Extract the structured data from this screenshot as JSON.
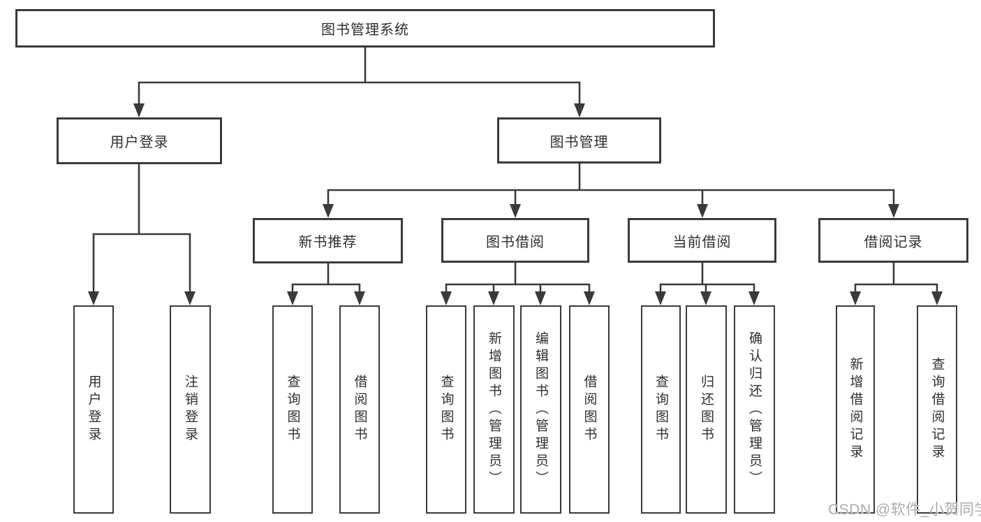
{
  "diagram": {
    "title": "图书管理系统",
    "root": {
      "label": "图书管理系统"
    },
    "level2": [
      {
        "id": "user-login",
        "label": "用户登录"
      },
      {
        "id": "book-mgmt",
        "label": "图书管理"
      }
    ],
    "level3": [
      {
        "id": "new-book",
        "label": "新书推荐",
        "parent": "图书管理"
      },
      {
        "id": "book-borrow",
        "label": "图书借阅",
        "parent": "图书管理"
      },
      {
        "id": "current-borrow",
        "label": "当前借阅",
        "parent": "图书管理"
      },
      {
        "id": "borrow-record",
        "label": "借阅记录",
        "parent": "图书管理"
      }
    ],
    "leaves": [
      {
        "parent": "用户登录",
        "label": "用户登录"
      },
      {
        "parent": "用户登录",
        "label": "注销登录"
      },
      {
        "parent": "新书推荐",
        "label": "查询图书"
      },
      {
        "parent": "新书推荐",
        "label": "借阅图书"
      },
      {
        "parent": "图书借阅",
        "label": "查询图书"
      },
      {
        "parent": "图书借阅",
        "label": "新增图书（管理员）"
      },
      {
        "parent": "图书借阅",
        "label": "编辑图书（管理员）"
      },
      {
        "parent": "图书借阅",
        "label": "借阅图书"
      },
      {
        "parent": "当前借阅",
        "label": "查询图书"
      },
      {
        "parent": "当前借阅",
        "label": "归还图书"
      },
      {
        "parent": "当前借阅",
        "label": "确认归还（管理员）"
      },
      {
        "parent": "借阅记录",
        "label": "新增借阅记录"
      },
      {
        "parent": "借阅记录",
        "label": "查询借阅记录"
      }
    ],
    "watermark": "CSDN @软件_小贺同学",
    "colors": {
      "line": "#3a3a3a",
      "text": "#2f2f2f",
      "box_fill": "#ffffff",
      "watermark": "#a8a8a8",
      "background": "#ffffff"
    }
  }
}
